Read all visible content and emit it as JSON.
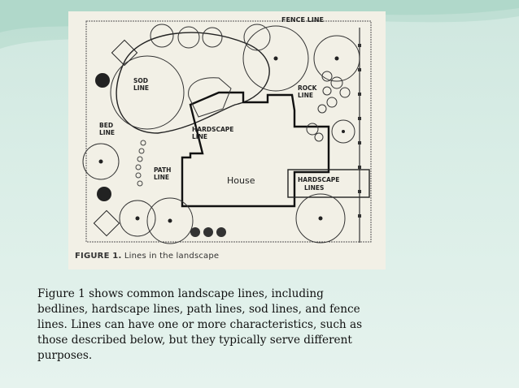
{
  "figure": {
    "caption_bold": "FIGURE 1.",
    "caption_text": "Lines in the landscape",
    "labels": {
      "fence": "FENCE LINE",
      "sod1": "SOD",
      "sod2": "LINE",
      "rock1": "ROCK",
      "rock2": "LINE",
      "bed1": "BED",
      "bed2": "LINE",
      "hard_a1": "HARDSCAPE",
      "hard_a2": "LINE",
      "house": "House",
      "path1": "PATH",
      "path2": "LINE",
      "hard_b1": "HARDSCAPE",
      "hard_b2": "LINES"
    }
  },
  "body_text": "Figure 1 shows common landscape lines, including bedlines, hardscape lines, path lines, sod lines, and fence lines. Lines can have one or more characteristics, such as those described below, but they typically serve different purposes."
}
